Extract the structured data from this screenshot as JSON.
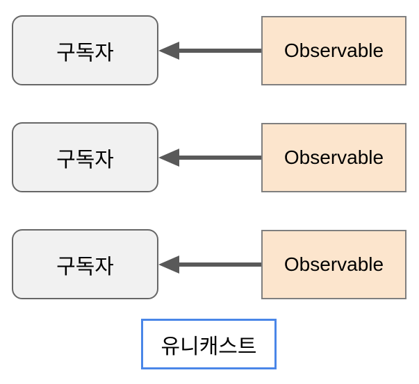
{
  "diagram": {
    "rows": [
      {
        "subscriber_label": "구독자",
        "observable_label": "Observable"
      },
      {
        "subscriber_label": "구독자",
        "observable_label": "Observable"
      },
      {
        "subscriber_label": "구독자",
        "observable_label": "Observable"
      }
    ],
    "caption": {
      "label": "유니캐스트"
    },
    "colors": {
      "subscriber_fill": "#f1f1f1",
      "subscriber_border": "#666666",
      "observable_fill": "#fce5cd",
      "observable_border": "#7f7f7f",
      "arrow": "#595959",
      "caption_border": "#4a86e8",
      "text": "#000000",
      "background": "#ffffff"
    }
  }
}
